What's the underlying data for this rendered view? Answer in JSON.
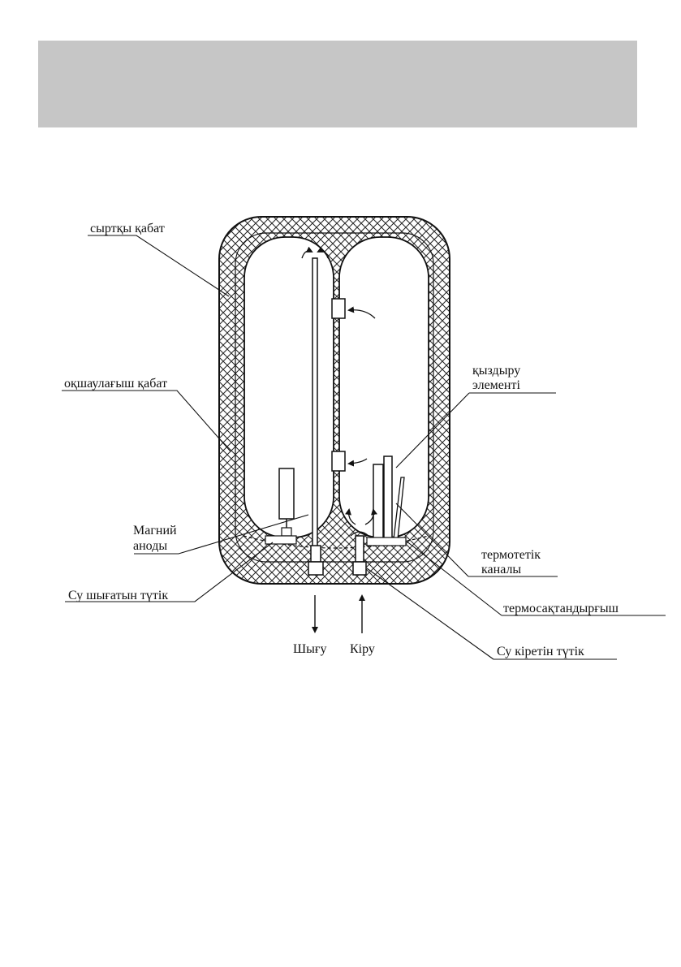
{
  "labels": {
    "outer_layer": "сыртқы қабат",
    "insulation_layer": "оқшаулағыш қабат",
    "heating_element_line1": "қыздыру",
    "heating_element_line2": "элементі",
    "magnesium_anode_line1": "Магний",
    "magnesium_anode_line2": "аноды",
    "thermostat_channel_line1": "термотетік",
    "thermostat_channel_line2": "каналы",
    "outlet_pipe": "Су шығатын түтік",
    "thermal_fuse": "термосақтандырғыш",
    "inlet_pipe": "Су кіретін түтік",
    "outflow": "Шығу",
    "inflow": "Кіру"
  }
}
